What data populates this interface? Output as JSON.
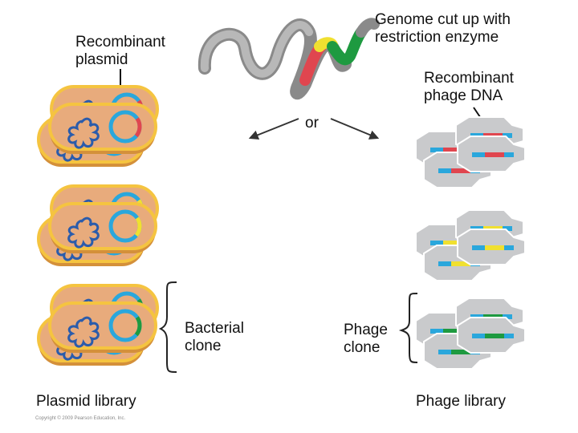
{
  "labels": {
    "genome_cut": "Genome cut up with\nrestriction enzyme",
    "recombinant_plasmid": "Recombinant\nplasmid",
    "recombinant_phage": "Recombinant\nphage DNA",
    "or": "or",
    "bacterial_clone": "Bacterial\nclone",
    "phage_clone": "Phage\nclone",
    "plasmid_library": "Plasmid library",
    "phage_library": "Phage library",
    "copyright": "Copyright © 2009 Pearson Education, Inc."
  },
  "colors": {
    "cell_fill": "#e8ab7c",
    "cell_edge": "#f5c440",
    "plasmid_ring": "#2aa7dc",
    "chromosome": "#2b5cab",
    "insert_red": "#e0464f",
    "insert_yellow": "#f0e030",
    "insert_green": "#1e9a40",
    "phage_head": "#c9cacc",
    "phage_outline": "#ffffff",
    "genome_grey": "#9a9a9a"
  }
}
